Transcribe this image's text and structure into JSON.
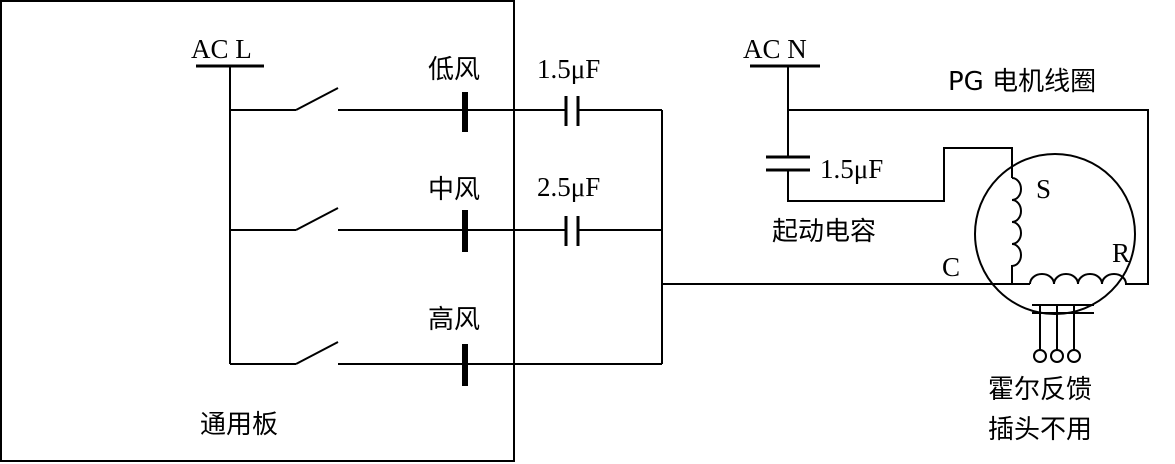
{
  "board": {
    "label": "通用板"
  },
  "power": {
    "line": "AC L",
    "neutral": "AC N"
  },
  "speeds": [
    {
      "label": "低风",
      "capacitor": "1.5μF"
    },
    {
      "label": "中风",
      "capacitor": "2.5μF"
    },
    {
      "label": "高风"
    }
  ],
  "start_capacitor": {
    "value": "1.5μF",
    "label": "起动电容"
  },
  "motor": {
    "title": "PG 电机线圈",
    "terminals": {
      "s": "S",
      "c": "C",
      "r": "R"
    }
  },
  "hall": {
    "line1": "霍尔反馈",
    "line2": "插头不用"
  }
}
